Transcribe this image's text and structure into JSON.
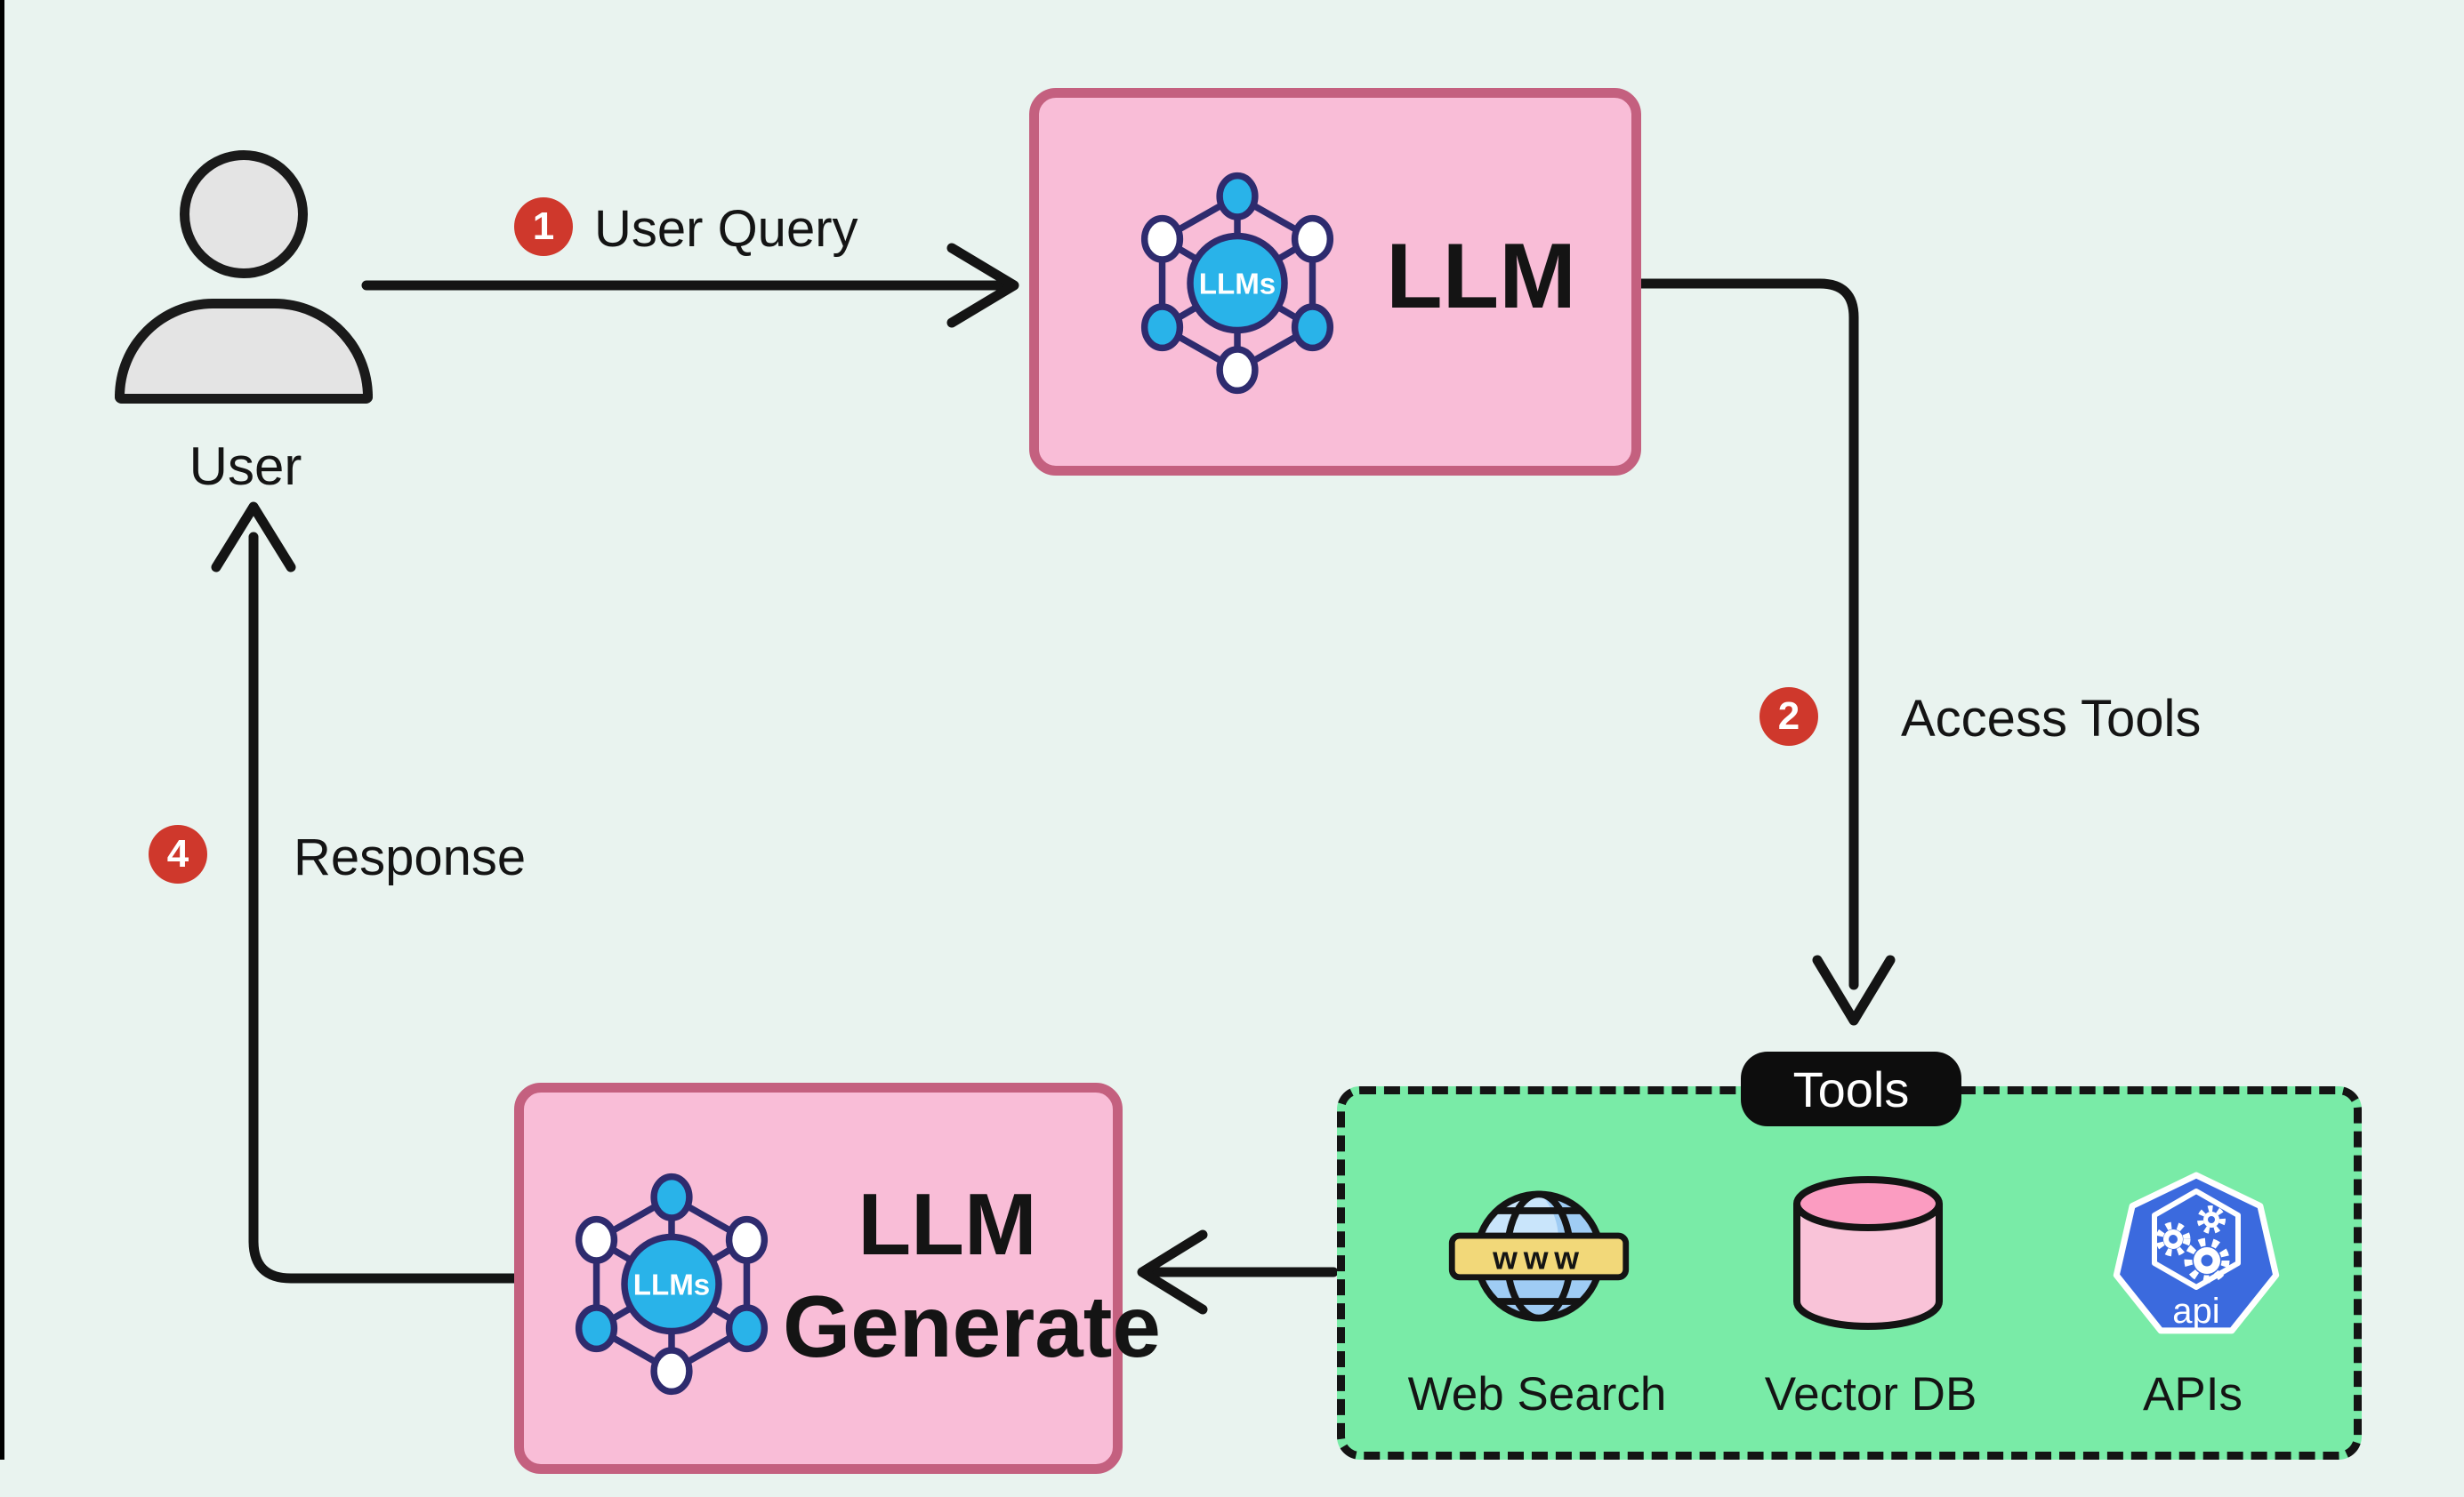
{
  "canvas": {
    "background": "#e9f3ef"
  },
  "colors": {
    "arrow": "#141414",
    "step_badge_red": "#cf382c",
    "llm_box_fill": "#f9bdd7",
    "llm_box_border": "#c4607f",
    "tools_box_fill": "#79eba7",
    "tools_badge_black": "#0d0d0d",
    "network_node_cyan": "#29b3e9",
    "network_stroke_navy": "#2e2b6e",
    "globe_blue": "#9fccf4",
    "banner_yellow": "#f2d879",
    "cylinder_body_pink": "#f9c3d8",
    "cylinder_top_pink": "#fb9cc1",
    "api_blue": "#3b6ade",
    "person_gray": "#e4e4e4"
  },
  "nodes": {
    "user": {
      "label": "User"
    },
    "llm": {
      "title": "LLM",
      "icon_label": "LLMs"
    },
    "llm_generate": {
      "title_line1": "LLM",
      "title_line2": "Generate",
      "icon_label": "LLMs"
    },
    "tools": {
      "badge_label": "Tools",
      "items": [
        {
          "label": "Web Search",
          "icon": "globe-www-icon",
          "icon_text": "www"
        },
        {
          "label": "Vector DB",
          "icon": "database-cylinder-icon",
          "icon_text": ""
        },
        {
          "label": "APIs",
          "icon": "api-heptagon-icon",
          "icon_text": "api"
        }
      ]
    }
  },
  "flow": {
    "user_query": {
      "step": "1",
      "label": "User Query"
    },
    "access_tools": {
      "step": "2",
      "label": "Access Tools"
    },
    "response": {
      "step": "4",
      "label": "Response"
    }
  }
}
